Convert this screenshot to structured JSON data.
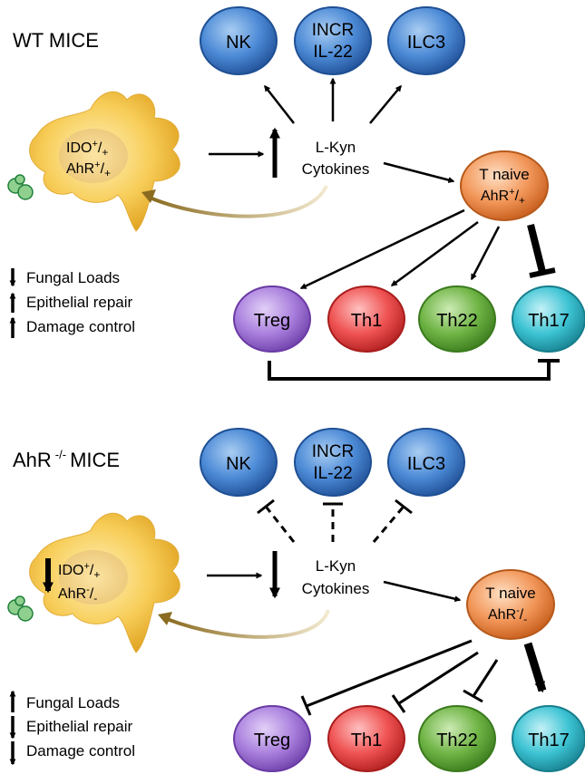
{
  "wt": {
    "title": "WT MICE",
    "cells": {
      "nk": "NK",
      "incr_1": "INCR",
      "incr_2": "IL-22",
      "ilc3": "ILC3"
    },
    "dc": {
      "ido": "IDO",
      "ido_sup": "+",
      "ido_sub": "+",
      "ahr": "AhR",
      "ahr_sup": "+",
      "ahr_sub": "+"
    },
    "center": {
      "lkyn": "L-Kyn",
      "cytokines": "Cytokines"
    },
    "tnaive": {
      "line1": "T naive",
      "ahr": "AhR",
      "ahr_sup": "+",
      "ahr_sub": "+"
    },
    "subsets": {
      "treg": "Treg",
      "th1": "Th1",
      "th22": "Th22",
      "th17": "Th17"
    },
    "outcomes": [
      "Fungal Loads",
      "Epithelial repair",
      "Damage control"
    ],
    "outcome_directions": [
      "down",
      "up",
      "up"
    ]
  },
  "ko": {
    "title": "AhR",
    "title_sup": "-/-",
    "title_rest": "MICE",
    "cells": {
      "nk": "NK",
      "incr_1": "INCR",
      "incr_2": "IL-22",
      "ilc3": "ILC3"
    },
    "dc": {
      "ido": "IDO",
      "ido_sup": "+",
      "ido_sub": "+",
      "ahr": "AhR",
      "ahr_sup": "-",
      "ahr_sub": "-"
    },
    "center": {
      "lkyn": "L-Kyn",
      "cytokines": "Cytokines"
    },
    "tnaive": {
      "line1": "T naive",
      "ahr": "AhR",
      "ahr_sup": "-",
      "ahr_sub": "-"
    },
    "subsets": {
      "treg": "Treg",
      "th1": "Th1",
      "th22": "Th22",
      "th17": "Th17"
    },
    "outcomes": [
      "Fungal Loads",
      "Epithelial repair",
      "Damage control"
    ],
    "outcome_directions": [
      "up",
      "down",
      "down"
    ]
  },
  "colors": {
    "blue": "#3b78c4",
    "purple": "#9b6fd0",
    "red": "#e43c3c",
    "green": "#5ea93a",
    "cyan": "#2bb8c9",
    "orange": "#f08a3a",
    "dc_yellow": "#f7c750",
    "fungus": "#3fae60",
    "feedback": "#8a6b20"
  }
}
